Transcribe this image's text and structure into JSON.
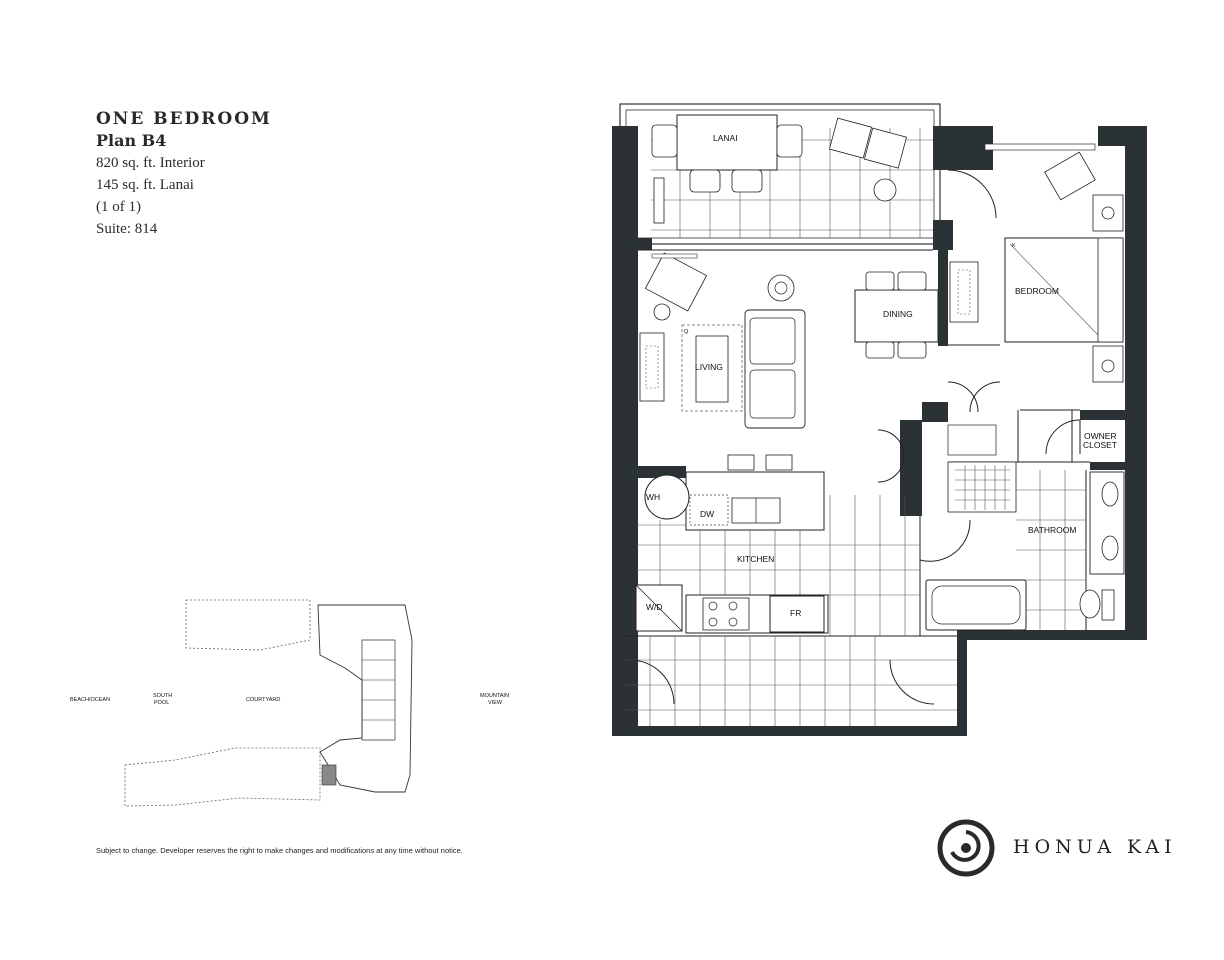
{
  "plan": {
    "type": "ONE BEDROOM",
    "name": "Plan B4",
    "interior": "820 sq. ft. Interior",
    "lanai": "145 sq. ft. Lanai",
    "count": "(1 of 1)",
    "suite": "Suite: 814"
  },
  "rooms": {
    "lanai": "LANAI",
    "living": "LIVING",
    "dining": "DINING",
    "bedroom": "BEDROOM",
    "kitchen": "KITCHEN",
    "bathroom": "BATHROOM",
    "owner_closet": "OWNER CLOSET",
    "wh": "WH",
    "dw": "DW",
    "wd": "W/D",
    "fr": "FR",
    "q": "Q",
    "k": "K"
  },
  "site": {
    "beach": "BEACH/OCEAN",
    "south_pool": "SOUTH POOL",
    "courtyard": "COURTYARD",
    "mountain": "MOUNTAIN VIEW"
  },
  "disclaimer": "Subject to change. Developer reserves the right to make changes and modifications at any time without notice.",
  "brand": "HONUA KAI"
}
